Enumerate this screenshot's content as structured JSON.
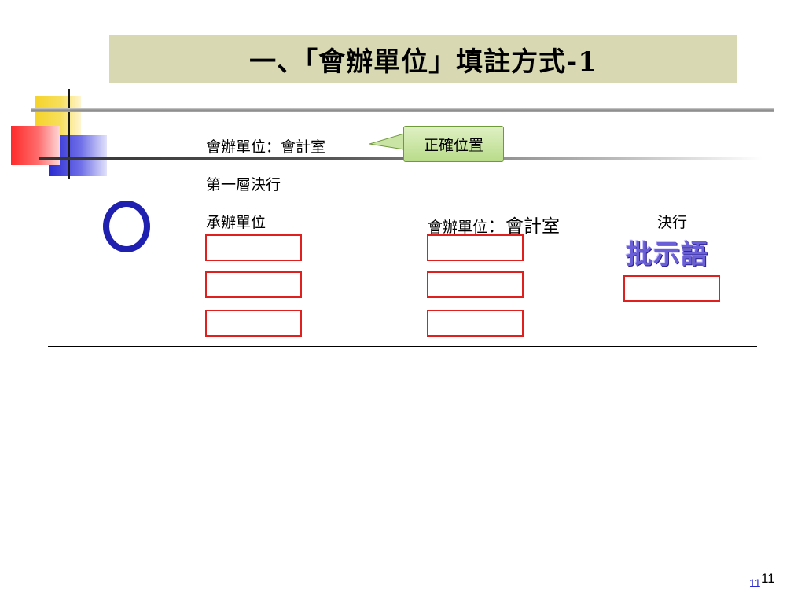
{
  "slide": {
    "title": "一、「會辦單位」填註方式-1",
    "page_number_small": "11",
    "page_number_large": "11"
  },
  "example": {
    "header_line": "會辦單位：會計室",
    "callout": "正確位置",
    "level_line": "第一層決行",
    "correct_mark": "O"
  },
  "columns": [
    {
      "label": "承辦單位"
    },
    {
      "label_prefix": "會辦單位",
      "label_suffix": "：會計室"
    },
    {
      "label": "決行"
    }
  ],
  "stamp": "批示語",
  "colors": {
    "title_bg": "#d8d8b2",
    "box_border": "#e01f1f",
    "callout_bg": "#b9dc8a",
    "circle": "#1f1fb0",
    "stamp": "#6b5fd8"
  }
}
